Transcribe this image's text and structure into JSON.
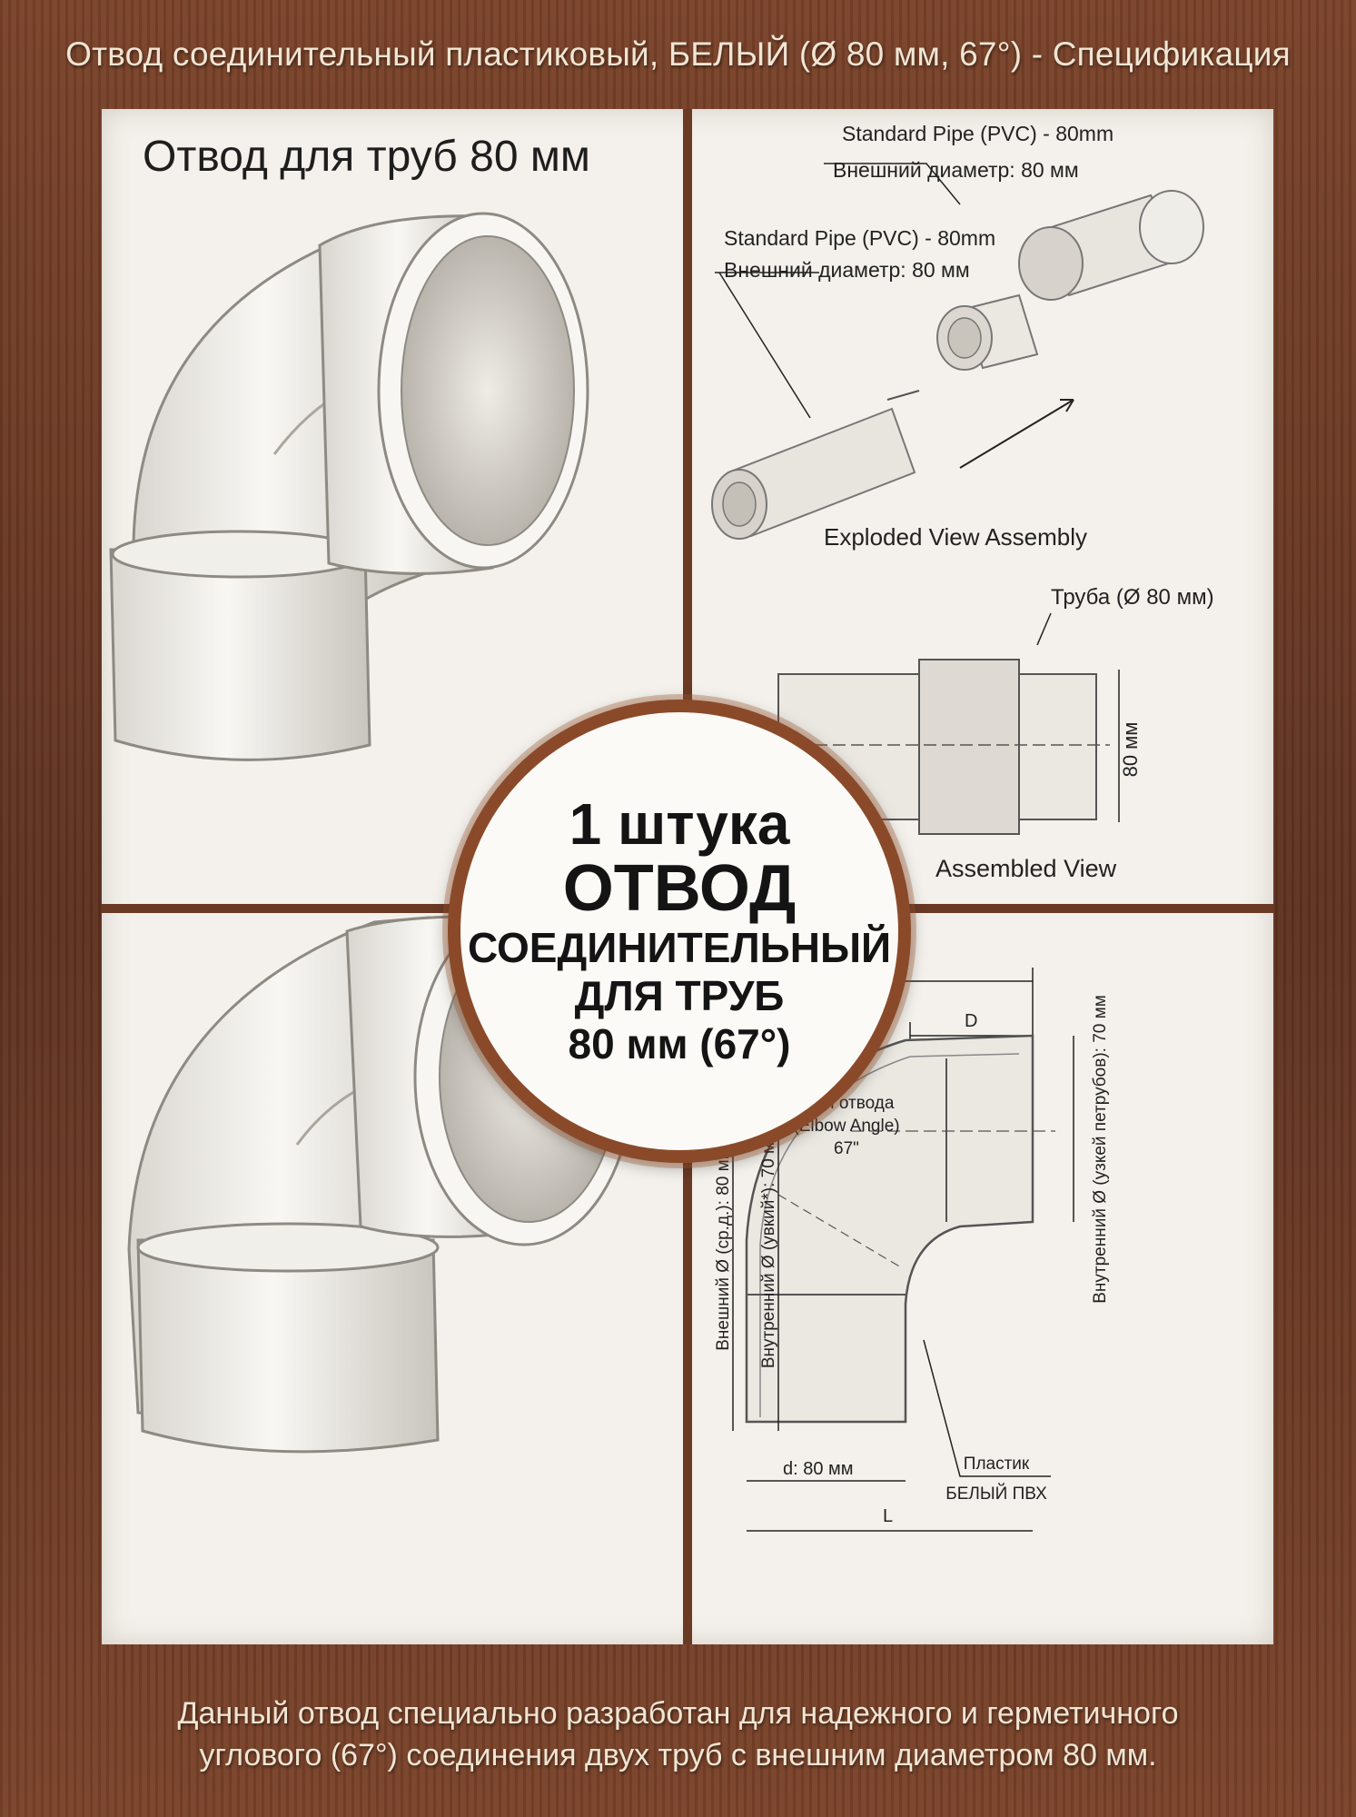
{
  "title": "Отвод соединительный пластиковый, БЕЛЫЙ (Ø 80 мм, 67°) - Спецификация",
  "panel_top_left": {
    "heading": "Отвод для труб 80 мм"
  },
  "panel_top_right": {
    "pipe_label_top_en": "Standard Pipe (PVC) - 80mm",
    "pipe_label_top_ru": "Внешний диаметр: 80 мм",
    "pipe_label_left_en": "Standard Pipe (PVC) - 80mm",
    "pipe_label_left_ru": "Внешний диаметр: 80 мм",
    "exploded_caption": "Exploded View Assembly",
    "pipe_callout": "Труба (Ø 80 мм)",
    "dimension_label": "80 мм",
    "assembled_caption": "Assembled View"
  },
  "badge": {
    "line1": "1 штука",
    "line2": "ОТВОД",
    "line3": "СОЕДИНИТЕЛЬНЫЙ",
    "line4": "ДЛЯ ТРУБ",
    "line5": "80 мм (67°)"
  },
  "panel_bottom_right": {
    "dim_L_top": "L",
    "dim_D": "D",
    "angle_label_1": "Угол отвода",
    "angle_label_2": "(Elbow Angle)",
    "angle_label_3": "67\"",
    "outer_diameter_label": "Внешний Ø (ср.д.): 80 мм",
    "inner_diameter_label": "Внутренний Ø (увкий*): 70 мм",
    "right_inner_label": "Внутренний Ø (узкей петрубов): 70 мм",
    "dim_d": "d: 80 мм",
    "material_1": "Пластик",
    "material_2": "БЕЛЫЙ ПВХ",
    "dim_L_bottom": "L"
  },
  "footer": {
    "line1": "Данный отвод специально разработан для надежного и герметичного",
    "line2": "углового (67°) соединения двух труб с внешним диаметром 80 мм."
  }
}
